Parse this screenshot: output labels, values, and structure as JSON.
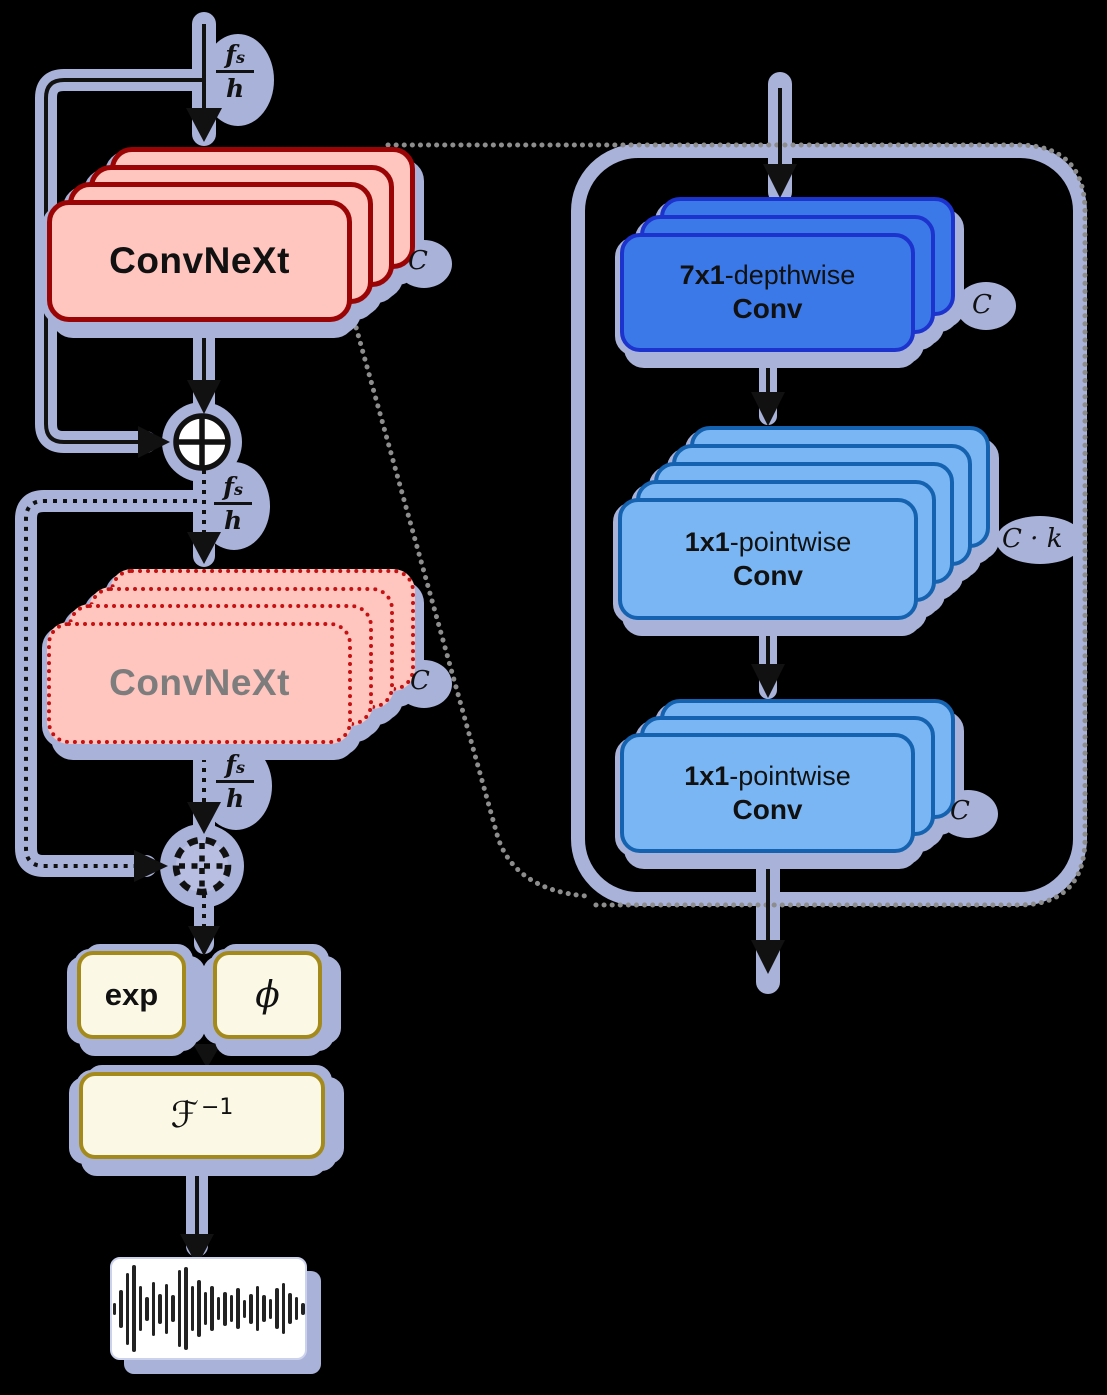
{
  "fraction": {
    "f": "f",
    "s": "s",
    "h": "h"
  },
  "left": {
    "stack1": {
      "label": "ConvNeXt",
      "channels": "C"
    },
    "stack2": {
      "label": "ConvNeXt",
      "channels": "C"
    },
    "ops": {
      "exp": "exp",
      "phi": "ϕ",
      "inverse_fourier": "ℱ",
      "inverse_fourier_sup": "−1"
    }
  },
  "right_panel": {
    "blocks": [
      {
        "kernel": "7x1",
        "type": "-depthwise",
        "name": "Conv",
        "channels": "C"
      },
      {
        "kernel": "1x1",
        "type": "-pointwise",
        "name": "Conv",
        "channels": "C · k"
      },
      {
        "kernel": "1x1",
        "type": "-pointwise",
        "name": "Conv",
        "channels": "C"
      }
    ]
  },
  "waveform": {
    "bars": [
      0.13,
      0.42,
      0.8,
      0.97,
      0.5,
      0.27,
      0.6,
      0.33,
      0.55,
      0.3,
      0.85,
      0.92,
      0.5,
      0.63,
      0.37,
      0.5,
      0.25,
      0.38,
      0.3,
      0.45,
      0.2,
      0.33,
      0.5,
      0.3,
      0.22,
      0.45,
      0.57,
      0.35,
      0.25,
      0.13
    ]
  }
}
